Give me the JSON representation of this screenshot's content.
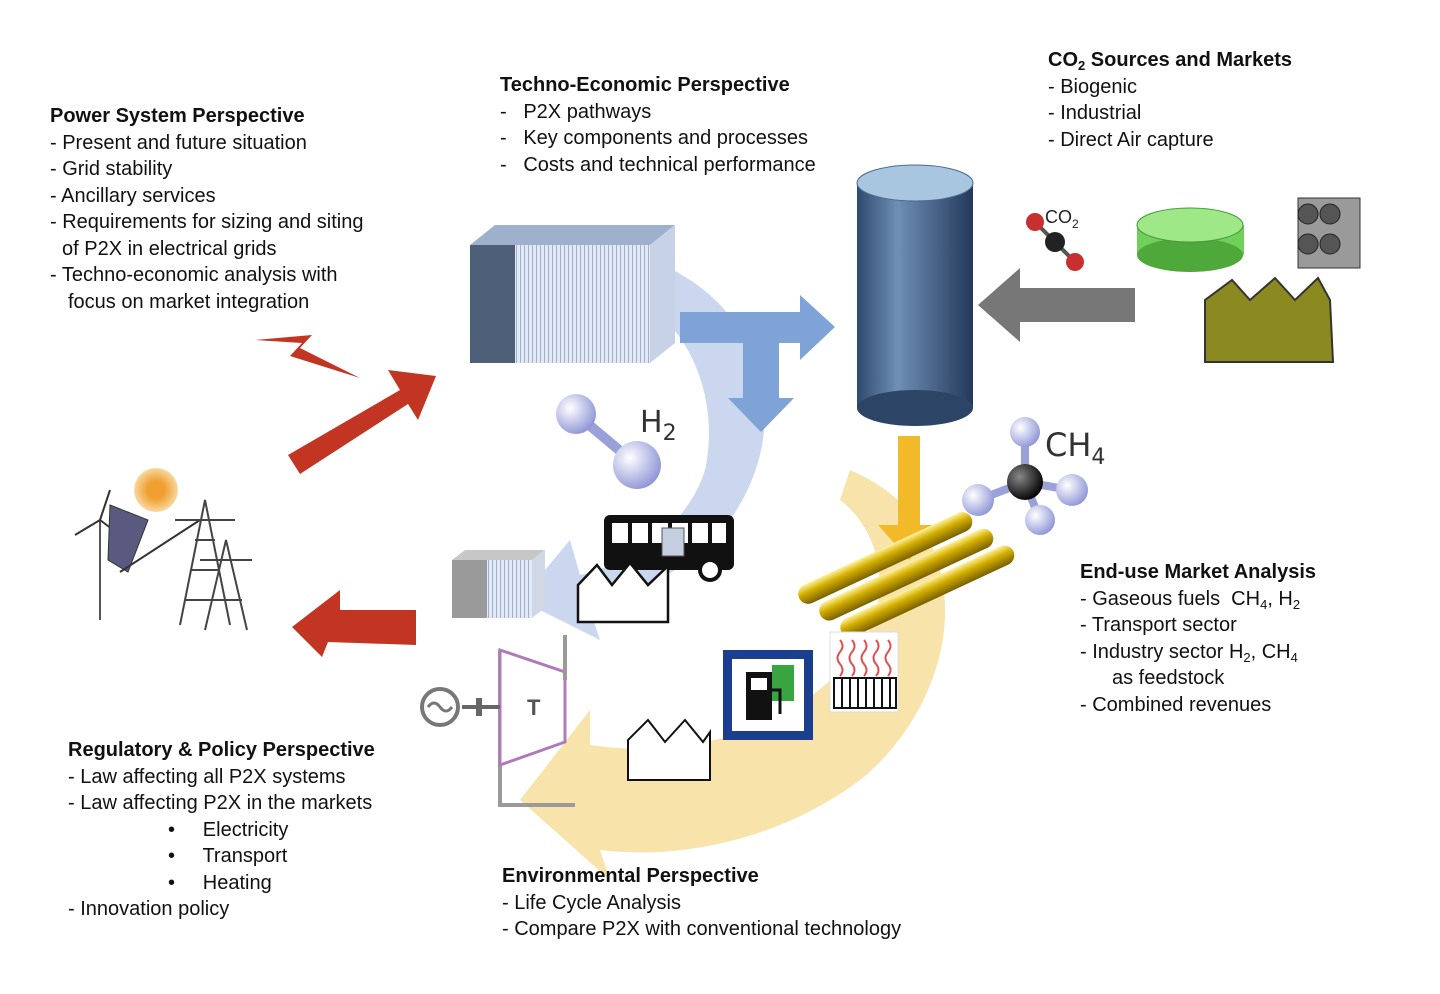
{
  "power": {
    "title": "Power System Perspective",
    "items": [
      "Present and future situation",
      "Grid stability",
      "Ancillary services",
      "Requirements for sizing and siting",
      "of P2X in electrical grids",
      "Techno-economic analysis with",
      "focus on market integration"
    ]
  },
  "techno": {
    "title": "Techno-Economic Perspective",
    "items": [
      "P2X pathways",
      "Key components and processes",
      "Costs and technical performance"
    ]
  },
  "co2": {
    "title_main": "CO",
    "title_sub": "2",
    "title_rest": " Sources and Markets",
    "items": [
      "Biogenic",
      "Industrial",
      "Direct Air capture"
    ]
  },
  "enduse": {
    "title": "End-use Market Analysis",
    "item1_a": "Gaseous fuels  CH",
    "item1_b": "4",
    "item1_c": ", H",
    "item1_d": "2",
    "item2": "Transport sector",
    "item3_a": "Industry sector H",
    "item3_b": "2",
    "item3_c": ", CH",
    "item3_d": "4",
    "item3_e": "as feedstock",
    "item4": "Combined revenues"
  },
  "regulatory": {
    "title": "Regulatory & Policy Perspective",
    "items": [
      "Law affecting all P2X systems",
      "Law affecting P2X in the markets"
    ],
    "bullets": [
      "Electricity",
      "Transport",
      "Heating"
    ],
    "last": "Innovation policy"
  },
  "environmental": {
    "title": "Environmental Perspective",
    "items": [
      "Life Cycle Analysis",
      "Compare P2X with conventional technology"
    ]
  },
  "labels": {
    "h2": "H",
    "h2_sub": "2",
    "ch4": "CH",
    "ch4_sub": "4",
    "co2_small": "CO",
    "co2_small_sub": "2",
    "turbine": "T"
  },
  "colors": {
    "red_arrow": "#c23523",
    "blue_arrow": "#7fa3d6",
    "blue_cycle": "#c5d3ec",
    "yellow_cycle": "#f8e2a6",
    "yellow_arrow": "#f2b928",
    "grey_arrow": "#777777",
    "tank": "#4e6f95"
  }
}
